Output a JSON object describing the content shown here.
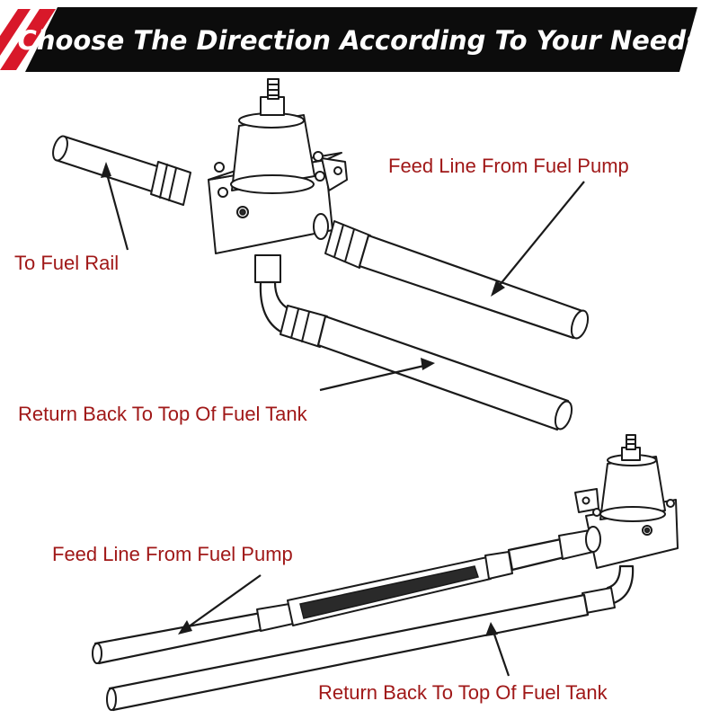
{
  "banner": {
    "title": "Choose The Direction According To Your Needs",
    "colors": {
      "background": "#0c0c0c",
      "accent": "#d8182a",
      "text": "#ffffff"
    }
  },
  "diagram_top": {
    "labels": {
      "to_fuel_rail": "To Fuel Rail",
      "feed_line": "Feed Line From Fuel Pump",
      "return_line": "Return Back To Top Of Fuel Tank"
    }
  },
  "diagram_bottom": {
    "labels": {
      "feed_line": "Feed Line From Fuel Pump",
      "return_line": "Return Back To Top Of Fuel Tank"
    }
  },
  "colors": {
    "label_text": "#a01818",
    "line_art": "#1a1a1a"
  }
}
